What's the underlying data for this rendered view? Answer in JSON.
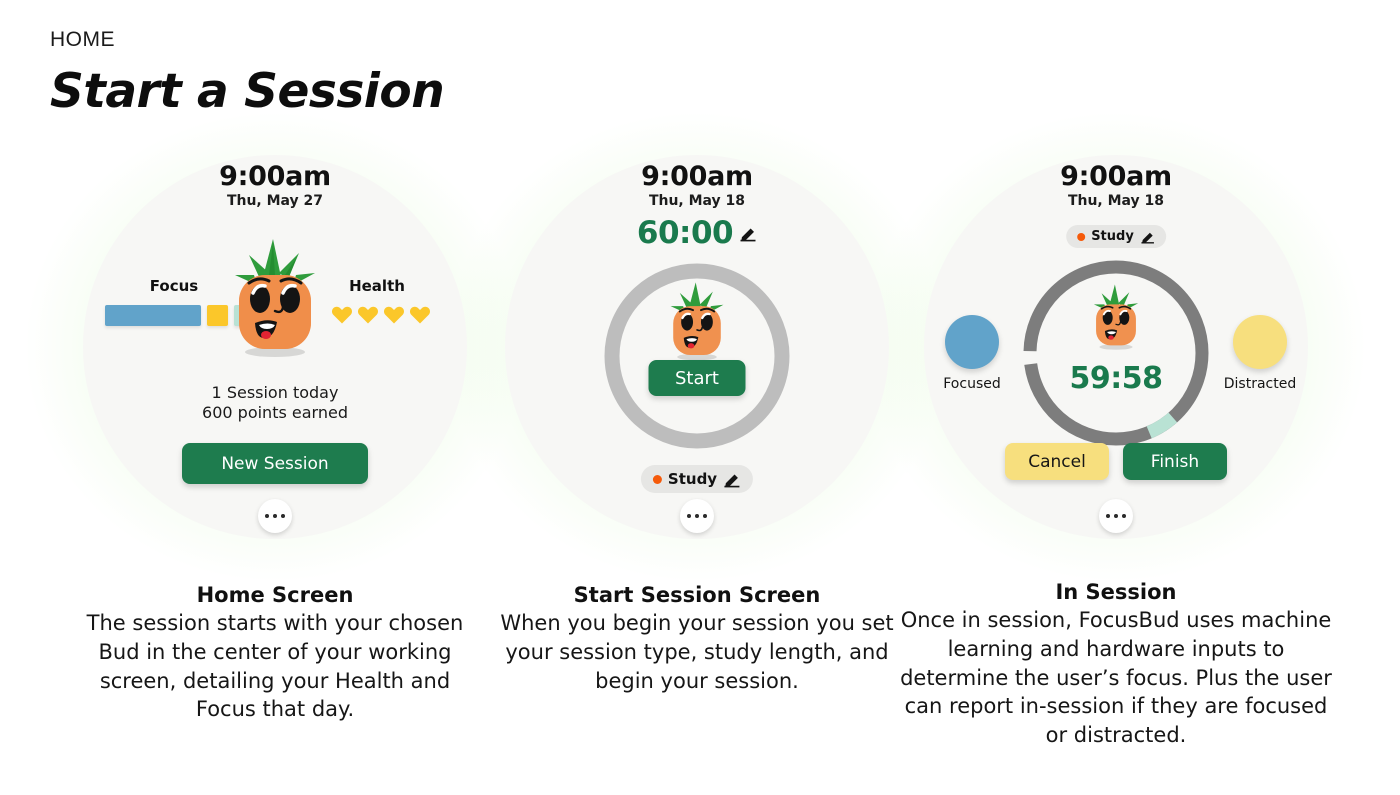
{
  "header": {
    "kicker": "HOME",
    "title": "Start a Session"
  },
  "colors": {
    "brand_green": "#1e7c4e",
    "timer_green": "#1a7a4d",
    "focus_blue": "#61a3ca",
    "focus_yellow": "#fbc72a",
    "focus_mint": "#b9e2d4",
    "heart_yellow": "#fbc72a",
    "ring_track": "#7d7d7d",
    "ring_progress": "#b9e2d4",
    "cancel_yellow": "#f7df7e",
    "distracted_yellow": "#f7df7e",
    "focused_blue": "#61a3ca",
    "accent_orange": "#f55a0a",
    "watch_face": "#f7f7f5",
    "glow_green": "#96e178"
  },
  "screens": [
    {
      "id": "home",
      "time": "9:00am",
      "date": "Thu, May 27",
      "focus_label": "Focus",
      "focus_segments": [
        {
          "name": "focused",
          "color": "#61a3ca",
          "width": 96
        },
        {
          "name": "neutral",
          "color": "#fbc72a",
          "width": 21
        },
        {
          "name": "distracted",
          "color": "#b9e2d4",
          "width": 21
        }
      ],
      "health_label": "Health",
      "health_hearts": 4,
      "stats_line_1": "1 Session today",
      "stats_line_2": "600 points earned",
      "primary_button": "New Session",
      "more_button": "more-options"
    },
    {
      "id": "start-session",
      "time": "9:00am",
      "date": "Thu, May 18",
      "duration": "60:00",
      "duration_edit_icon": "pencil-icon",
      "start_button": "Start",
      "session_type": "Study",
      "session_type_edit_icon": "pencil-icon",
      "ring_progress_percent": 0,
      "more_button": "more-options"
    },
    {
      "id": "in-session",
      "time": "9:00am",
      "date": "Thu, May 18",
      "session_type": "Study",
      "session_type_edit_icon": "pencil-icon",
      "timer_remaining": "59:58",
      "ring_progress_percent": 3,
      "left_control_label": "Focused",
      "right_control_label": "Distracted",
      "cancel_button": "Cancel",
      "finish_button": "Finish",
      "more_button": "more-options"
    }
  ],
  "captions": [
    {
      "title": "Home Screen",
      "body": "The session starts with your chosen Bud in the center of your working screen, detailing your Health and Focus that day."
    },
    {
      "title": "Start Session Screen",
      "body": "When you begin your session you set your session type, study length, and begin your session."
    },
    {
      "title": "In Session",
      "body": "Once in session, FocusBud uses machine learning and hardware inputs to determine the user’s focus. Plus the user can report in-session if they are focused or distracted."
    }
  ]
}
